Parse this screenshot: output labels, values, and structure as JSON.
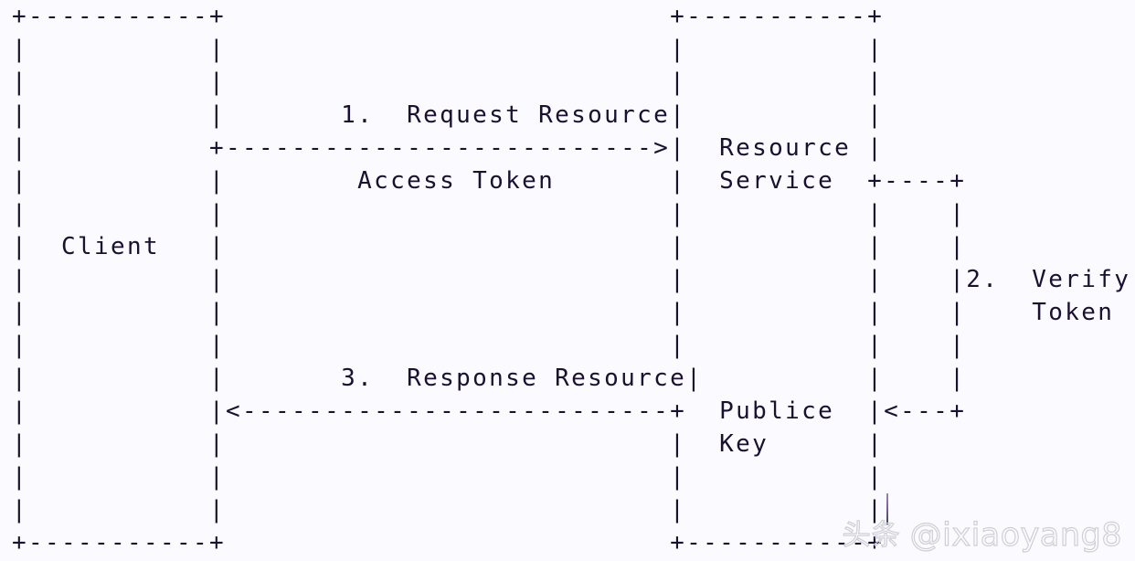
{
  "diagram": {
    "type": "ascii-sequence-diagram",
    "title": "OAuth Resource Access with Token Verification",
    "background_color": "#fafaff",
    "ink_color": "#1a1030",
    "participants": [
      {
        "name": "Client",
        "label": "Client"
      },
      {
        "name": "Resource Service",
        "label_lines": [
          "Resource",
          "Service"
        ]
      },
      {
        "name": "Publice Key",
        "label_lines": [
          "Publice",
          "Key"
        ]
      }
    ],
    "messages": [
      {
        "number": "1.",
        "label": "1.  Request Resource",
        "sublabel": "Access Token",
        "from": "Client",
        "to": "Resource Service",
        "direction": "right"
      },
      {
        "number": "2.",
        "label": "2.  Verify",
        "sublabel": "Token",
        "from": "Resource Service",
        "to": "Publice Key",
        "direction": "down"
      },
      {
        "number": "3.",
        "label": "3.  Response Resource",
        "from": "Resource Service",
        "to": "Client",
        "direction": "left"
      }
    ],
    "art": "+-----------+                           +-----------+\n|           |                           |           |\n|           |                           |           |\n|           |       1.  Request Resource|           |\n|           +-------------------------->|  Resource |\n|           |        Access Token       |  Service  +----+\n|           |                           |           |    |\n|  Client   |                           |           |    |\n|           |                           |           |    |2.  Verify\n|           |                           |           |    |    Token\n|           |                           |           |    |\n|           |       3.  Response Resource|          |    |\n|           |<--------------------------+  Publice  |<---+\n|           |                           |  Key      |\n|           |                           |           |\n|           |                           |           |\n+-----------+                           +-----------+"
  },
  "watermark": {
    "cjk": "头条",
    "handle": "@ixiaoyang8",
    "color": "#cfcfd6"
  }
}
